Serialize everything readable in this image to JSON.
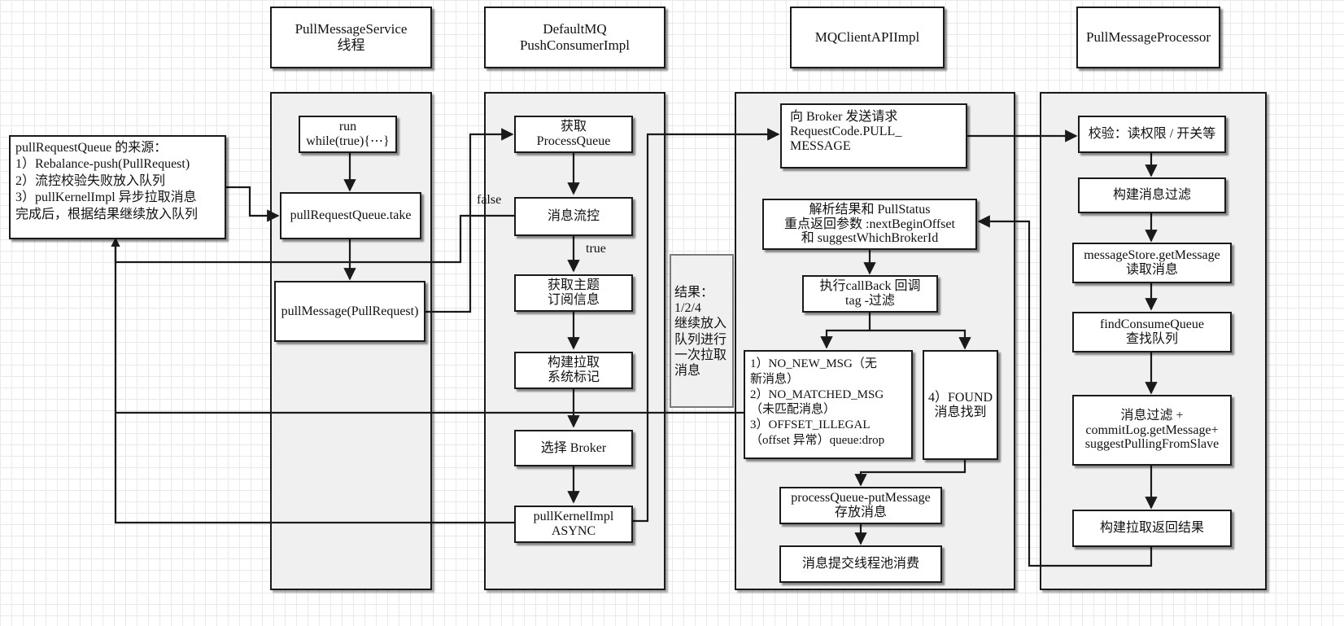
{
  "headers": {
    "pull_message_service": "PullMessageService\n线程",
    "default_mq_push_consumer": "DefaultMQ\nPushConsumerImpl",
    "mq_client_api": "MQClientAPIImpl",
    "pull_message_processor": "PullMessageProcessor"
  },
  "source_note": "pullRequestQueue 的来源：\n1）Rebalance-push(PullRequest)\n2）流控校验失败放入队列\n3）pullKernelImpl 异步拉取消息\n完成后，根据结果继续放入队列",
  "service": {
    "run": "run\nwhile(true){⋯}",
    "take": "pullRequestQueue.take",
    "pull_message": "pullMessage(PullRequest)"
  },
  "consumer": {
    "get_process_queue": "获取\nProcessQueue",
    "flow_control": "消息流控",
    "get_subscription": "获取主题\n订阅信息",
    "build_flag": "构建拉取\n系统标记",
    "select_broker": "选择 Broker",
    "pull_kernel": "pullKernelImpl\nASYNC"
  },
  "labels": {
    "false": "false",
    "true": "true"
  },
  "result_note": "结果：\n1/2/4\n继续放入\n队列进行\n一次拉取\n消息",
  "client_api": {
    "send_request": "向 Broker 发送请求\nRequestCode.PULL_\nMESSAGE",
    "parse_result": "解析结果和 PullStatus\n重点返回参数 :nextBeginOffset\n和 suggestWhichBrokerId",
    "callback": "执行callBack 回调\ntag -过滤",
    "status_list": "1）NO_NEW_MSG（无\n新消息）\n2）NO_MATCHED_MSG\n（未匹配消息）\n3）OFFSET_ILLEGAL\n（offset 异常）queue:drop",
    "found": "4）FOUND\n消息找到",
    "put_message": "processQueue-putMessage\n存放消息",
    "submit_consume": "消息提交线程池消费"
  },
  "processor": {
    "check": "校验：读权限 / 开关等",
    "build_filter": "构建消息过滤",
    "get_message": "messageStore.getMessage\n读取消息",
    "find_queue": "findConsumeQueue\n查找队列",
    "filter_commit": "消息过滤 +\ncommitLog.getMessage+\nsuggestPullingFromSlave",
    "build_result": "构建拉取返回结果"
  }
}
